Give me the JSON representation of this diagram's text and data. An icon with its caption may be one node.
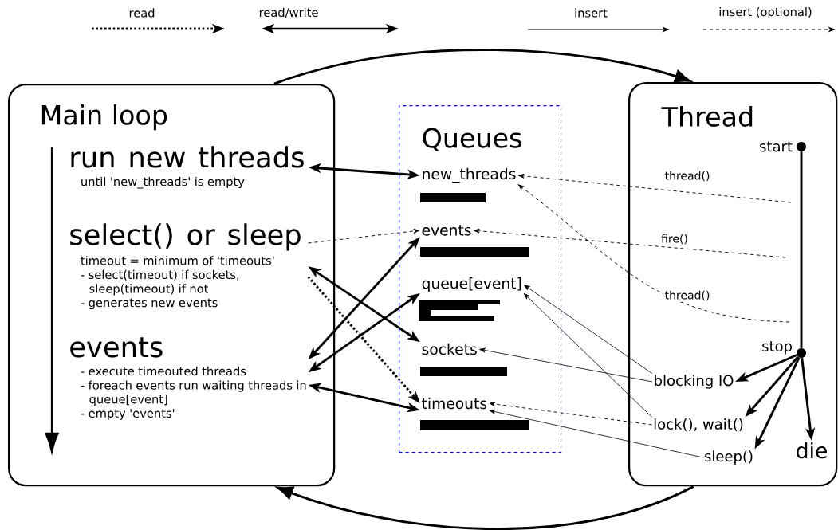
{
  "diagram": {
    "nodes": [
      {
        "text": [
          "Main loop"
        ]
      },
      {
        "text": [
          "run new threads",
          "until 'new_threads' is empty"
        ],
        "in": 0
      },
      {
        "text": [
          "select() or sleep",
          "timeout = minimum of 'timeouts'",
          "- select(timeout) if sockets, sleep(timeout) if not",
          "- generates new events"
        ],
        "in": 0
      },
      {
        "text": [
          "events",
          "- execute timeouted threads",
          "- foreach events run waiting threads in queue[event]",
          "- empty 'events'"
        ],
        "in": 0
      },
      {
        "text": [
          "Queues"
        ]
      },
      {
        "text": [
          "new_threads"
        ],
        "in": 4
      },
      {
        "text": [
          "events"
        ],
        "in": 4
      },
      {
        "text": [
          "queue[event]"
        ],
        "in": 4
      },
      {
        "text": [
          "sockets"
        ],
        "in": 4
      },
      {
        "text": [
          "timeouts"
        ],
        "in": 4
      },
      {
        "text": [
          "Thread"
        ]
      },
      {
        "text": [
          "start"
        ],
        "in": 10
      },
      {
        "text": [
          "stop"
        ],
        "in": 10
      },
      {
        "text": [
          "blocking IO"
        ],
        "in": 10
      },
      {
        "text": [
          "lock(), wait()"
        ],
        "in": 10
      },
      {
        "text": [
          "sleep()"
        ],
        "in": 10
      },
      {
        "text": [
          "die"
        ],
        "in": 10
      }
    ],
    "edges": [
      {
        "from": 0,
        "to": 10,
        "arrow": "to"
      },
      {
        "from": 10,
        "to": 0,
        "arrow": "to"
      },
      {
        "from": 1,
        "to": 5,
        "arrow": "both"
      },
      {
        "from": 2,
        "to": 6,
        "arrow": "to",
        "style": "dashed"
      },
      {
        "from": 2,
        "to": 8,
        "arrow": "both"
      },
      {
        "from": 2,
        "to": 9,
        "arrow": "to",
        "style": "dashed"
      },
      {
        "from": 3,
        "to": 6,
        "arrow": "both"
      },
      {
        "from": 3,
        "to": 7,
        "arrow": "both"
      },
      {
        "from": 3,
        "to": 9,
        "arrow": "both"
      },
      {
        "from": null,
        "to": 5,
        "arrow": "to",
        "style": "dashed",
        "label": "thread()"
      },
      {
        "from": null,
        "to": 6,
        "arrow": "to",
        "style": "dashed",
        "label": "fire()"
      },
      {
        "from": null,
        "to": 5,
        "arrow": "to",
        "style": "dashed",
        "label": "thread()"
      },
      {
        "from": 13,
        "to": 7,
        "arrow": "to"
      },
      {
        "from": 13,
        "to": 8,
        "arrow": "to"
      },
      {
        "from": 14,
        "to": 7,
        "arrow": "to"
      },
      {
        "from": 14,
        "to": 9,
        "arrow": "to",
        "style": "dashed"
      },
      {
        "from": 15,
        "to": 9,
        "arrow": "to"
      },
      {
        "from": 12,
        "to": 13,
        "arrow": "to"
      },
      {
        "from": 12,
        "to": 14,
        "arrow": "to"
      },
      {
        "from": 12,
        "to": 15,
        "arrow": "to"
      },
      {
        "from": 12,
        "to": 16,
        "arrow": "to"
      },
      {
        "from": 11,
        "to": 12,
        "arrow": "none"
      }
    ],
    "legend": [
      {
        "text": "read"
      },
      {
        "text": "read/write"
      },
      {
        "text": "insert"
      },
      {
        "text": "insert (optional)"
      }
    ]
  }
}
